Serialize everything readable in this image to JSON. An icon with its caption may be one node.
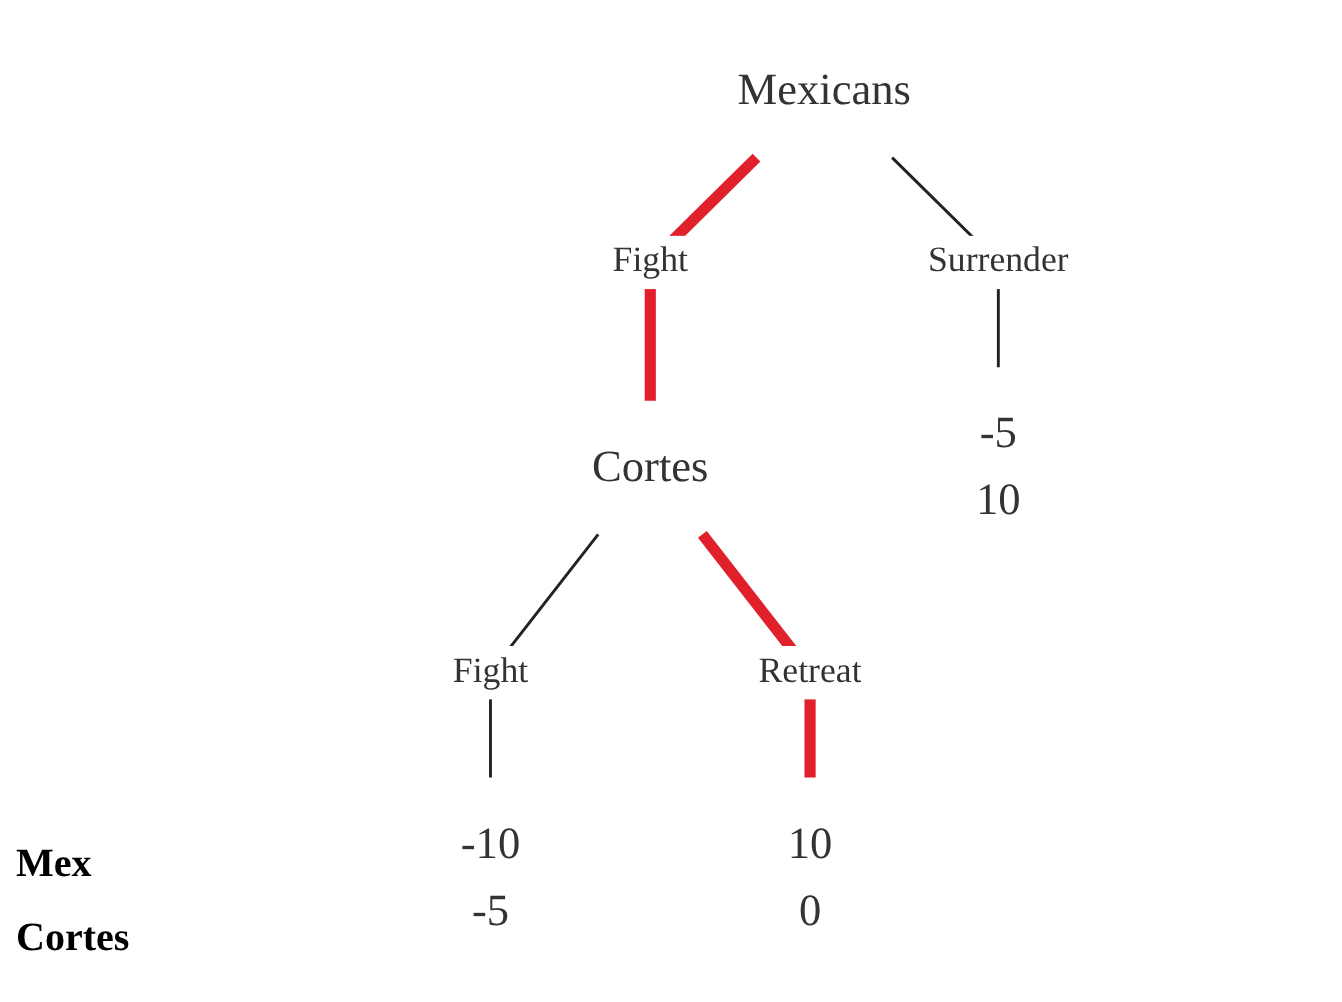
{
  "diagram": {
    "nodes": [
      {
        "text": [
          "Mexicans"
        ]
      },
      {
        "text": [
          "Cortes"
        ]
      },
      {
        "text": [
          "-10",
          "-5"
        ]
      },
      {
        "text": [
          "10",
          "0"
        ]
      },
      {
        "text": [
          "-5",
          "10"
        ]
      }
    ],
    "edges": [
      {
        "from": 0,
        "to": 1,
        "arrow": "none",
        "label": "Fight",
        "style": "thick",
        "color": "#e0202a"
      },
      {
        "from": 0,
        "to": 4,
        "arrow": "none",
        "label": "Surrender",
        "color": "#222222"
      },
      {
        "from": 1,
        "to": 2,
        "arrow": "none",
        "label": "Fight",
        "color": "#222222"
      },
      {
        "from": 1,
        "to": 3,
        "arrow": "none",
        "label": "Retreat",
        "style": "thick",
        "color": "#e0202a"
      }
    ],
    "labels": [
      "Mex",
      "Cortes"
    ]
  }
}
